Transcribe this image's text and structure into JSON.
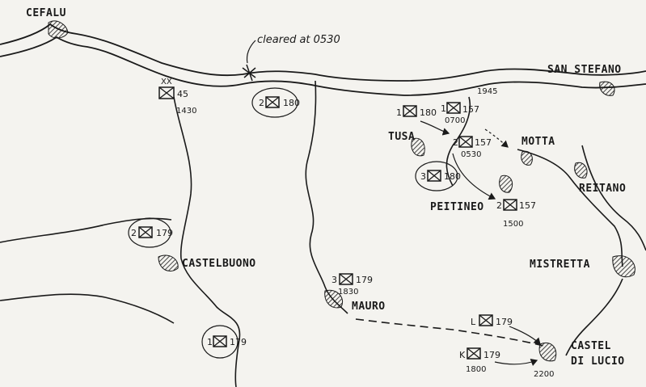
{
  "places": {
    "cefalu": "CEFALU",
    "san_stefano": "SAN STEFANO",
    "tusa": "TUSA",
    "motta": "MOTTA",
    "reitano": "REITANO",
    "peitineo": "PEITINEO",
    "castelbuono": "CASTELBUONO",
    "mistretta": "MISTRETTA",
    "mauro": "MAURO",
    "castel_line1": "CASTEL",
    "castel_line2": "DI LUCIO"
  },
  "annotations": {
    "cleared": "cleared at 0530"
  },
  "units": {
    "div45": {
      "echelon": "XX",
      "number": "45",
      "time": "1430"
    },
    "u2_180": {
      "prefix": "2",
      "number": "180"
    },
    "u1_180": {
      "prefix": "1",
      "number": "180"
    },
    "u1_157": {
      "prefix": "1",
      "number": "157",
      "time": "0700"
    },
    "u2_157a": {
      "prefix": "2",
      "number": "157",
      "time": "0530"
    },
    "u3_180": {
      "prefix": "3",
      "number": "180"
    },
    "u2_157b": {
      "prefix": "2",
      "number": "157",
      "time": "1500"
    },
    "u2_179": {
      "prefix": "2",
      "number": "179"
    },
    "u3_179": {
      "prefix": "3",
      "number": "179",
      "time": "1830"
    },
    "uL_179": {
      "prefix": "L",
      "number": "179"
    },
    "uK_179": {
      "prefix": "K",
      "number": "179",
      "time": "1800"
    },
    "u1_179": {
      "prefix": "1",
      "number": "179"
    }
  },
  "times": {
    "san_stefano": "1945",
    "castel_di_lucio": "2200"
  }
}
